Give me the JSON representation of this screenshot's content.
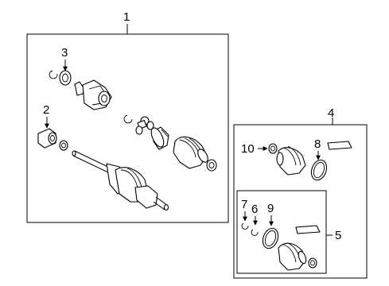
{
  "diagram": {
    "callouts": {
      "c1": "1",
      "c2": "2",
      "c3": "3",
      "c4": "4",
      "c5": "5",
      "c6": "6",
      "c7": "7",
      "c8": "8",
      "c9": "9",
      "c10": "10"
    },
    "parts": [
      "snap-ring",
      "inner-joint-housing",
      "tripod-joint",
      "inner-boot",
      "outer-boot",
      "boot-clamp",
      "axle-shaft",
      "outer-cv-joint",
      "clamp-band",
      "boot-kit"
    ]
  }
}
